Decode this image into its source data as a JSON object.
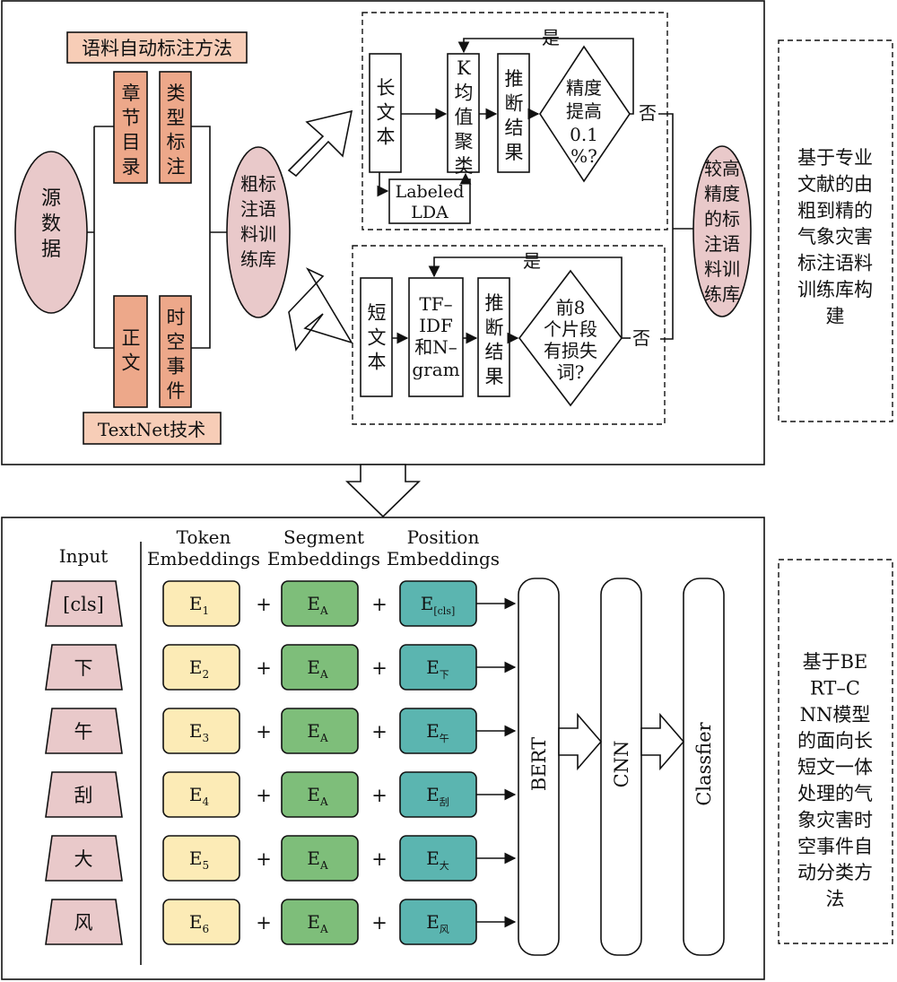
{
  "colors": {
    "salmon": "#F7CDB7",
    "salmon_dark": "#EDA88A",
    "pink": "#E9C9CA",
    "token": "#FCEBB6",
    "segment": "#7EBE7A",
    "position": "#5BB5B0",
    "white": "#FFFFFF"
  },
  "top": {
    "source": "源数据",
    "auto_label_title": "语料自动标注方法",
    "textnet_title": "TextNet技术",
    "chapter": "章节目录",
    "type_label": "类型标注",
    "body_text": "正文",
    "spatio_event": "时空事件",
    "coarse": "粗标注语料训练库",
    "long_text": "长文本",
    "kmeans": "K均值聚类",
    "infer1": "推断结果",
    "precision_q": "精度提高0.1%?",
    "labeled_lda_1": "Labeled",
    "labeled_lda_2": "LDA",
    "yes1": "是",
    "no1": "否",
    "short_text": "短文本",
    "tfidf_1": "TF–",
    "tfidf_2": "IDF",
    "tfidf_3": "和N–",
    "tfidf_4": "gram",
    "infer2": "推断结果",
    "loss_q_1": "前8",
    "loss_q_2": "个片段",
    "loss_q_3": "有损失",
    "loss_q_4": "词?",
    "yes2": "是",
    "no2": "否",
    "high_precision": "较高精度的标注语料训练库",
    "side_note": "基于专业文献的由粗到精的气象灾害标注语料训练库构建"
  },
  "bottom": {
    "input_header": "Input",
    "token_header_1": "Token",
    "token_header_2": "Embeddings",
    "segment_header_1": "Segment",
    "segment_header_2": "Embeddings",
    "position_header_1": "Position",
    "position_header_2": "Embeddings",
    "plus": "+",
    "rows": [
      {
        "input": "[cls]",
        "token_sub": "1",
        "segment_sub": "A",
        "position_sub": "[cls]"
      },
      {
        "input": "下",
        "token_sub": "2",
        "segment_sub": "A",
        "position_sub": "下"
      },
      {
        "input": "午",
        "token_sub": "3",
        "segment_sub": "A",
        "position_sub": "午"
      },
      {
        "input": "刮",
        "token_sub": "4",
        "segment_sub": "A",
        "position_sub": "刮"
      },
      {
        "input": "大",
        "token_sub": "5",
        "segment_sub": "A",
        "position_sub": "大"
      },
      {
        "input": "风",
        "token_sub": "6",
        "segment_sub": "A",
        "position_sub": "风"
      }
    ],
    "emb_letter": "E",
    "bert": "BERT",
    "cnn": "CNN",
    "classifier": "Classfier",
    "side_note": "基于BERT–CNN模型的面向长短文一体处理的气象灾害时空事件自动分类方法"
  }
}
